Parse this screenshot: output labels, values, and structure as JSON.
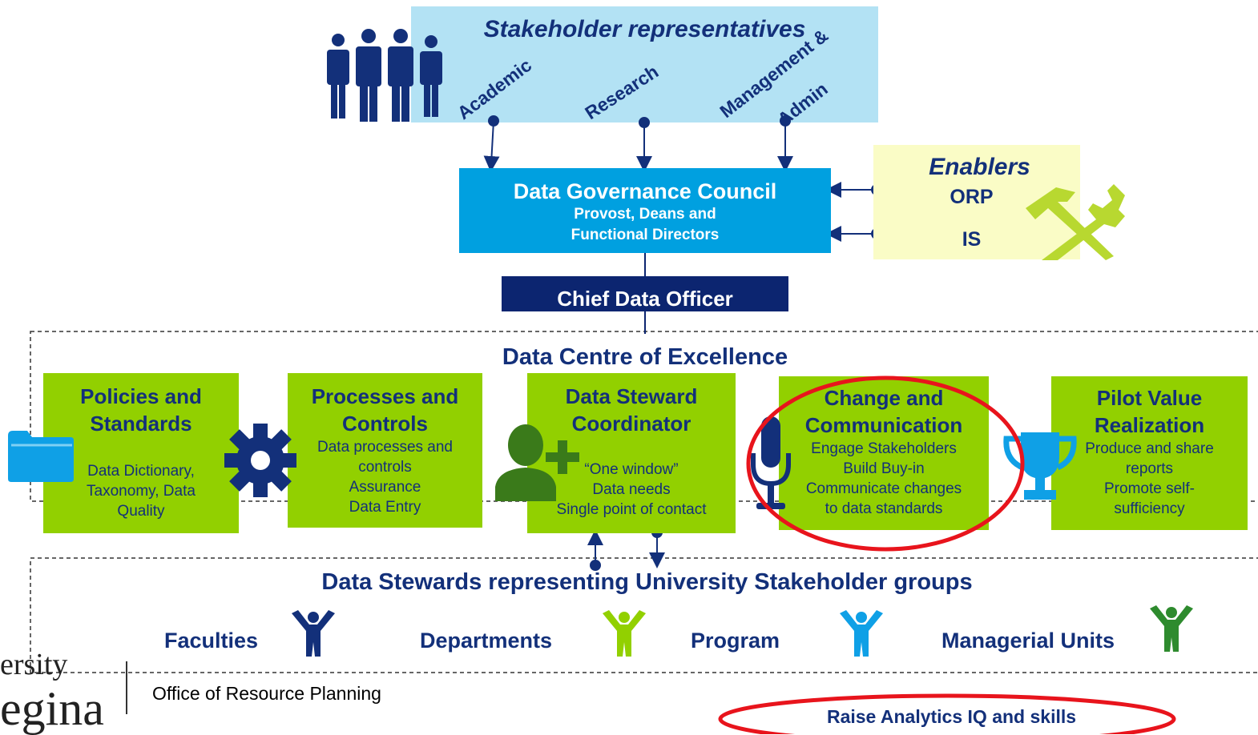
{
  "stakeholders": {
    "title": "Stakeholder representatives",
    "labels": [
      "Academic",
      "Research",
      "Management &",
      "Admin"
    ]
  },
  "council": {
    "title": "Data Governance Council",
    "subtitle_line1": "Provost, Deans and",
    "subtitle_line2": "Functional Directors"
  },
  "enablers": {
    "title": "Enablers",
    "item1": "ORP",
    "item2": "IS"
  },
  "cdo": {
    "title": "Chief Data Officer"
  },
  "centre": {
    "title": "Data Centre of Excellence"
  },
  "boxes": [
    {
      "heading": "Policies and Standards",
      "lines": [
        "Data Dictionary,",
        "Taxonomy, Data",
        "Quality"
      ]
    },
    {
      "heading": "Processes and Controls",
      "lines": [
        "Data processes and",
        "controls",
        "Assurance",
        "Data Entry"
      ]
    },
    {
      "heading": "Data Steward Coordinator",
      "lines": [
        "“One window”",
        "Data needs",
        "Single point of contact"
      ]
    },
    {
      "heading": "Change and Communication",
      "lines": [
        "Engage Stakeholders",
        "Build Buy-in",
        "Communicate changes",
        "to data standards"
      ]
    },
    {
      "heading": "Pilot Value Realization",
      "lines": [
        "Produce and share",
        "reports",
        "Promote self-",
        "sufficiency"
      ]
    }
  ],
  "stewards": {
    "title": "Data Stewards representing University Stakeholder groups",
    "groups": [
      "Faculties",
      "Departments",
      "Program",
      "Managerial Units"
    ]
  },
  "footer": {
    "logo_line1": "ersity",
    "logo_line2": "egina",
    "office": "Office of Resource Planning",
    "highlight": "Raise Analytics IQ and skills"
  },
  "colors": {
    "navy": "#13307a",
    "green": "#92d000",
    "blue": "#00a0e0",
    "light_blue": "#b3e2f4",
    "red": "#e8141c"
  }
}
